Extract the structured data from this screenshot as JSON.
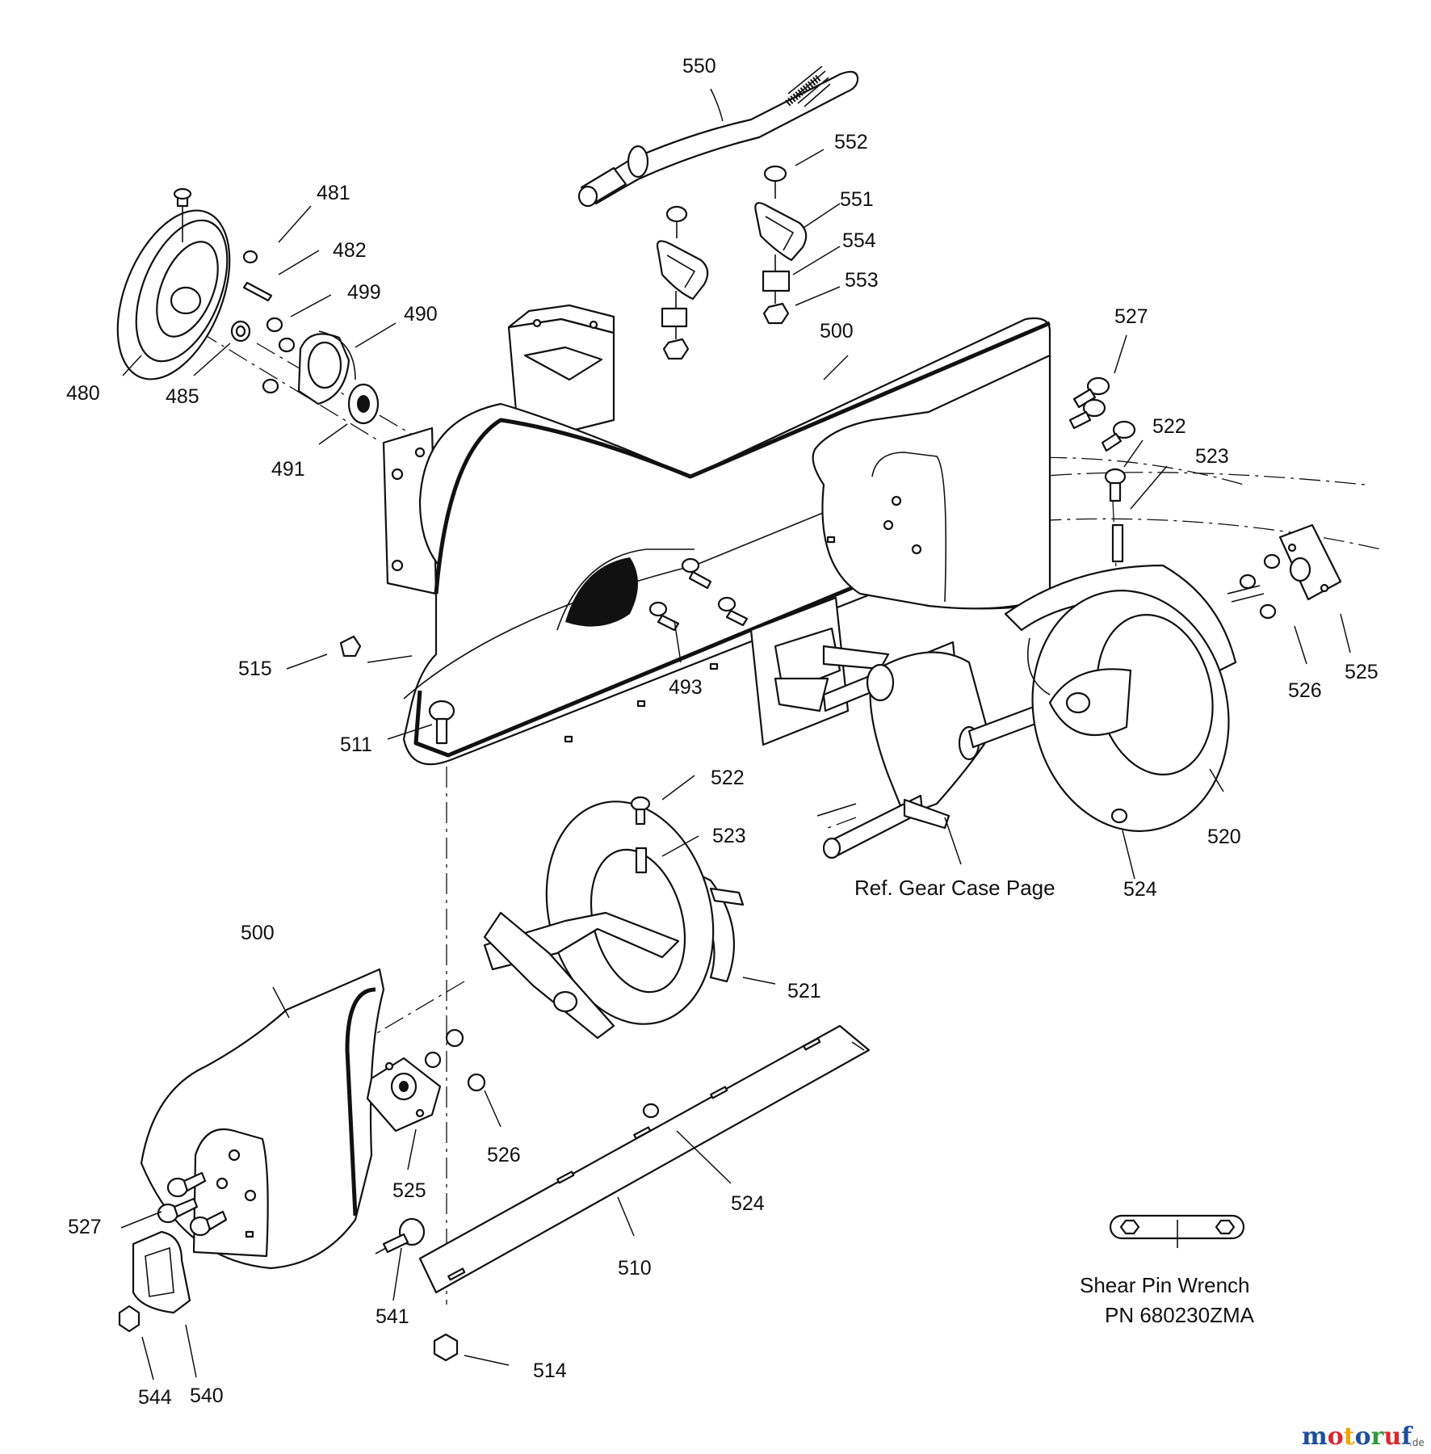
{
  "diagram": {
    "part_labels": [
      "550",
      "552",
      "551",
      "554",
      "553",
      "481",
      "482",
      "499",
      "490",
      "500",
      "480",
      "485",
      "491",
      "527",
      "522",
      "523",
      "515",
      "511",
      "493",
      "526",
      "525",
      "520",
      "522",
      "523",
      "524",
      "521",
      "500",
      "526",
      "525",
      "524",
      "527",
      "510",
      "541",
      "544",
      "540",
      "514"
    ],
    "notes": {
      "gear_case": "Ref. Gear Case Page",
      "wrench_name": "Shear Pin Wrench",
      "wrench_pn": "PN 680230ZMA"
    },
    "watermark": {
      "name": "motoruf",
      "suffix": ".de",
      "colors": [
        "#1d4f9c",
        "#d8292f",
        "#f2a400",
        "#1d4f9c",
        "#2f9a3a",
        "#d8292f",
        "#1d4f9c"
      ]
    }
  }
}
